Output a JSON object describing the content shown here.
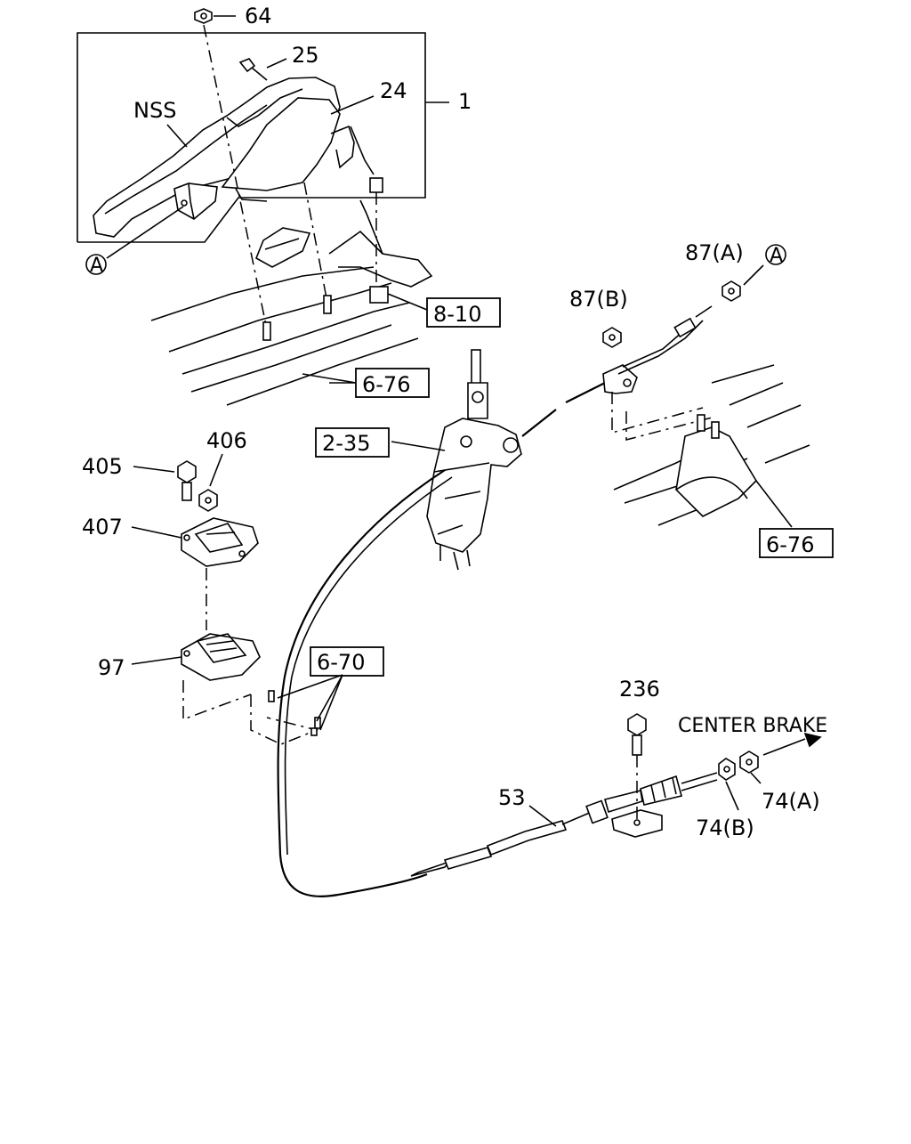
{
  "labels": {
    "p64": "64",
    "p25": "25",
    "p24": "24",
    "p1": "1",
    "nss": "NSS",
    "ref_a_left": "A",
    "ref_a_right": "A",
    "p87a": "87(A)",
    "p87b": "87(B)",
    "ref_8_10": "8-10",
    "ref_6_76_top": "6-76",
    "ref_2_35": "2-35",
    "p405": "405",
    "p406": "406",
    "p407": "407",
    "ref_6_76_right": "6-76",
    "p97": "97",
    "ref_6_70": "6-70",
    "p236": "236",
    "center_brake": "CENTER BRAKE",
    "p53": "53",
    "p74b": "74(B)",
    "p74a": "74(A)"
  },
  "colors": {
    "ink": "#000000",
    "paper": "#ffffff"
  }
}
